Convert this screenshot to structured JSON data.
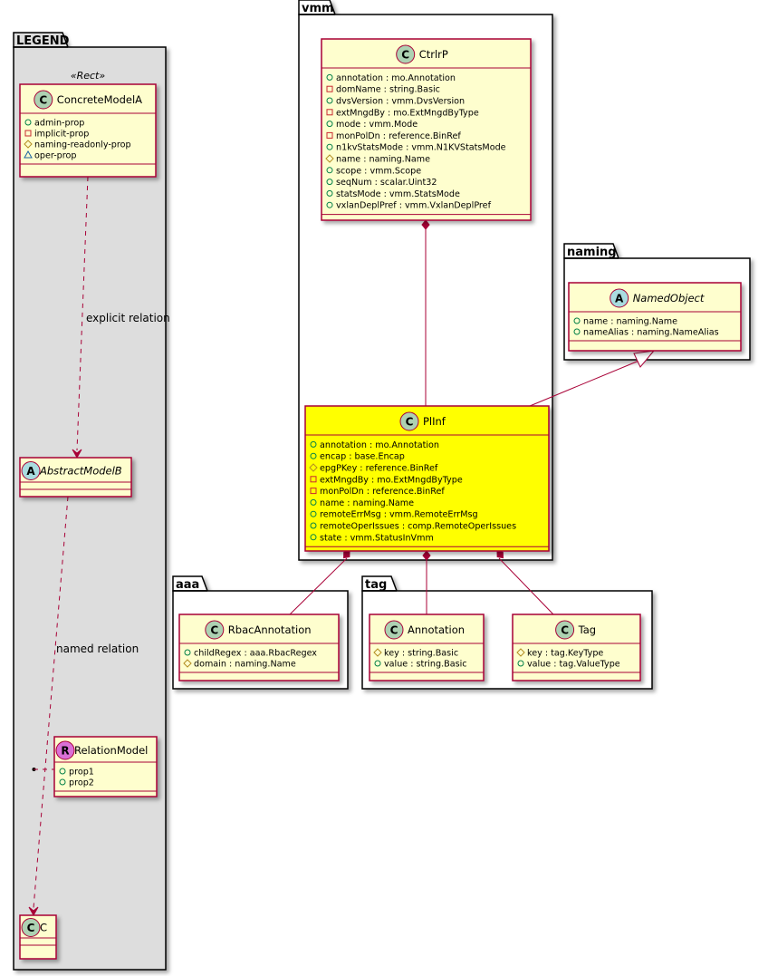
{
  "colors": {
    "class_fill": "#FEFECE",
    "highlight_fill": "#FFFF00",
    "class_border": "#A80036",
    "legend_fill": "#DDDDDD",
    "circle_c": "#ADD1B2",
    "circle_a": "#A9DCDF",
    "circle_r": "#DA70D6",
    "public": "#038048",
    "private": "#C82930",
    "protected": "#B38D22",
    "package": "#1963A0",
    "line": "#A80036"
  },
  "packages": {
    "legend": {
      "title": "LEGEND"
    },
    "vmm": {
      "title": "vmm"
    },
    "naming": {
      "title": "naming"
    },
    "aaa": {
      "title": "aaa"
    },
    "tag": {
      "title": "tag"
    }
  },
  "legend": {
    "stereotype": "«Rect»",
    "explicit_relation_label": "explicit relation",
    "named_relation_label": "named relation"
  },
  "classes": [
    {
      "id": "ConcreteModelA",
      "kind": "C",
      "name": "ConcreteModelA",
      "highlight": false,
      "attrs": [
        {
          "vis": "public",
          "text": "admin-prop"
        },
        {
          "vis": "private",
          "text": "implicit-prop"
        },
        {
          "vis": "protected",
          "text": "naming-readonly-prop"
        },
        {
          "vis": "package",
          "text": "oper-prop"
        }
      ]
    },
    {
      "id": "AbstractModelB",
      "kind": "A",
      "name": "AbstractModelB",
      "highlight": false,
      "attrs": []
    },
    {
      "id": "RelationModel",
      "kind": "R",
      "name": "RelationModel",
      "highlight": false,
      "attrs": [
        {
          "vis": "public",
          "text": "prop1"
        },
        {
          "vis": "public",
          "text": "prop2"
        }
      ]
    },
    {
      "id": "C",
      "kind": "C",
      "name": "C",
      "highlight": false,
      "attrs": []
    },
    {
      "id": "CtrlrP",
      "kind": "C",
      "name": "CtrlrP",
      "highlight": false,
      "attrs": [
        {
          "vis": "public",
          "text": "annotation : mo.Annotation"
        },
        {
          "vis": "private",
          "text": "domName : string.Basic"
        },
        {
          "vis": "public",
          "text": "dvsVersion : vmm.DvsVersion"
        },
        {
          "vis": "private",
          "text": "extMngdBy : mo.ExtMngdByType"
        },
        {
          "vis": "public",
          "text": "mode : vmm.Mode"
        },
        {
          "vis": "private",
          "text": "monPolDn : reference.BinRef"
        },
        {
          "vis": "public",
          "text": "n1kvStatsMode : vmm.N1KVStatsMode"
        },
        {
          "vis": "protected",
          "text": "name : naming.Name"
        },
        {
          "vis": "public",
          "text": "scope : vmm.Scope"
        },
        {
          "vis": "public",
          "text": "seqNum : scalar.Uint32"
        },
        {
          "vis": "public",
          "text": "statsMode : vmm.StatsMode"
        },
        {
          "vis": "public",
          "text": "vxlanDeplPref : vmm.VxlanDeplPref"
        }
      ]
    },
    {
      "id": "PlInf",
      "kind": "C",
      "name": "PlInf",
      "highlight": true,
      "attrs": [
        {
          "vis": "public",
          "text": "annotation : mo.Annotation"
        },
        {
          "vis": "public",
          "text": "encap : base.Encap"
        },
        {
          "vis": "protected",
          "text": "epgPKey : reference.BinRef"
        },
        {
          "vis": "private",
          "text": "extMngdBy : mo.ExtMngdByType"
        },
        {
          "vis": "private",
          "text": "monPolDn : reference.BinRef"
        },
        {
          "vis": "public",
          "text": "name : naming.Name"
        },
        {
          "vis": "public",
          "text": "remoteErrMsg : vmm.RemoteErrMsg"
        },
        {
          "vis": "public",
          "text": "remoteOperIssues : comp.RemoteOperIssues"
        },
        {
          "vis": "public",
          "text": "state : vmm.StatusInVmm"
        }
      ]
    },
    {
      "id": "NamedObject",
      "kind": "A",
      "name": "NamedObject",
      "highlight": false,
      "attrs": [
        {
          "vis": "public",
          "text": "name : naming.Name"
        },
        {
          "vis": "public",
          "text": "nameAlias : naming.NameAlias"
        }
      ]
    },
    {
      "id": "RbacAnnotation",
      "kind": "C",
      "name": "RbacAnnotation",
      "highlight": false,
      "attrs": [
        {
          "vis": "public",
          "text": "childRegex : aaa.RbacRegex"
        },
        {
          "vis": "protected",
          "text": "domain : naming.Name"
        }
      ]
    },
    {
      "id": "Annotation",
      "kind": "C",
      "name": "Annotation",
      "highlight": false,
      "attrs": [
        {
          "vis": "protected",
          "text": "key : string.Basic"
        },
        {
          "vis": "public",
          "text": "value : string.Basic"
        }
      ]
    },
    {
      "id": "Tag",
      "kind": "C",
      "name": "Tag",
      "highlight": false,
      "attrs": [
        {
          "vis": "protected",
          "text": "key : tag.KeyType"
        },
        {
          "vis": "public",
          "text": "value : tag.ValueType"
        }
      ]
    }
  ],
  "relations": [
    {
      "from": "ConcreteModelA",
      "to": "AbstractModelB",
      "type": "dependency",
      "label": "explicit relation"
    },
    {
      "from": "AbstractModelB",
      "to": "C",
      "type": "dependency",
      "label": "named relation"
    },
    {
      "from": "RelationModel",
      "to": "relation-anchor",
      "type": "association-class"
    },
    {
      "from": "CtrlrP",
      "to": "PlInf",
      "type": "composition"
    },
    {
      "from": "PlInf",
      "to": "NamedObject",
      "type": "inheritance"
    },
    {
      "from": "PlInf",
      "to": "RbacAnnotation",
      "type": "composition"
    },
    {
      "from": "PlInf",
      "to": "Annotation",
      "type": "composition"
    },
    {
      "from": "PlInf",
      "to": "Tag",
      "type": "composition"
    }
  ]
}
